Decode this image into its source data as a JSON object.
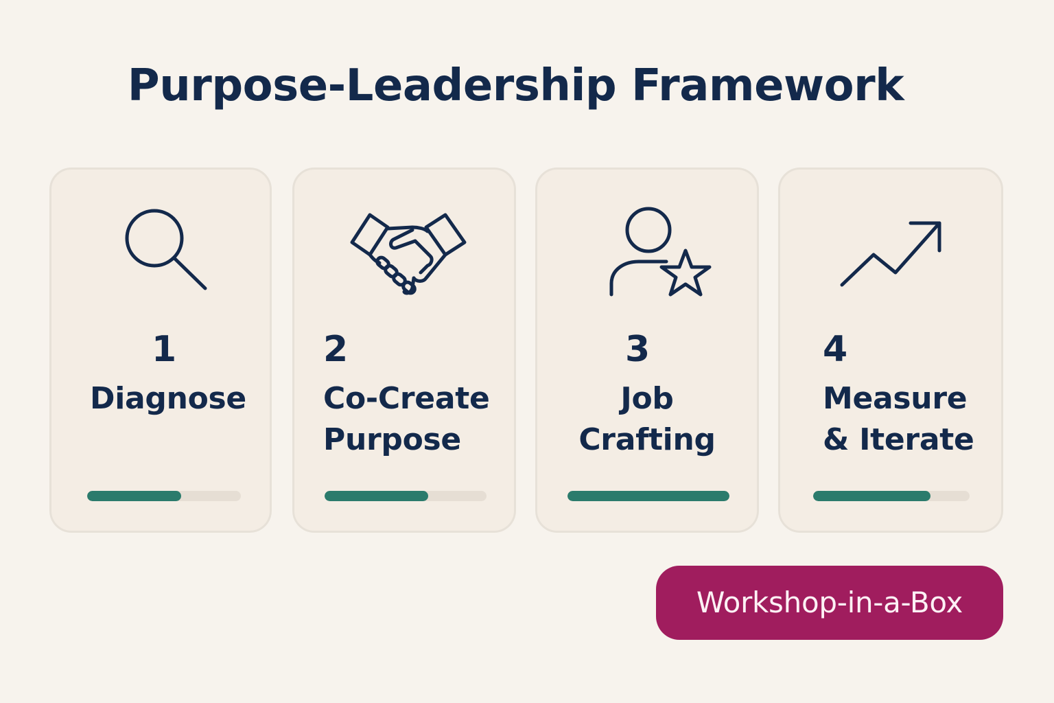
{
  "title": "Purpose-Leadership Framework",
  "colors": {
    "background": "#f7f3ed",
    "card": "#f4ede4",
    "text": "#13294b",
    "progress": "#2b7b6c",
    "accent": "#a01d5e"
  },
  "steps": [
    {
      "number": "1",
      "label": "Diagnose",
      "icon": "magnifying-glass-icon",
      "progress": 0.61
    },
    {
      "number": "2",
      "label": "Co-Create\nPurpose",
      "icon": "handshake-icon",
      "progress": 0.64
    },
    {
      "number": "3",
      "label": "Job\nCrafting",
      "icon": "person-star-icon",
      "progress": 1.0
    },
    {
      "number": "4",
      "label": "Measure\n& Iterate",
      "icon": "trending-up-arrow-icon",
      "progress": 0.75
    }
  ],
  "cta": {
    "label": "Workshop-in-a-Box"
  }
}
